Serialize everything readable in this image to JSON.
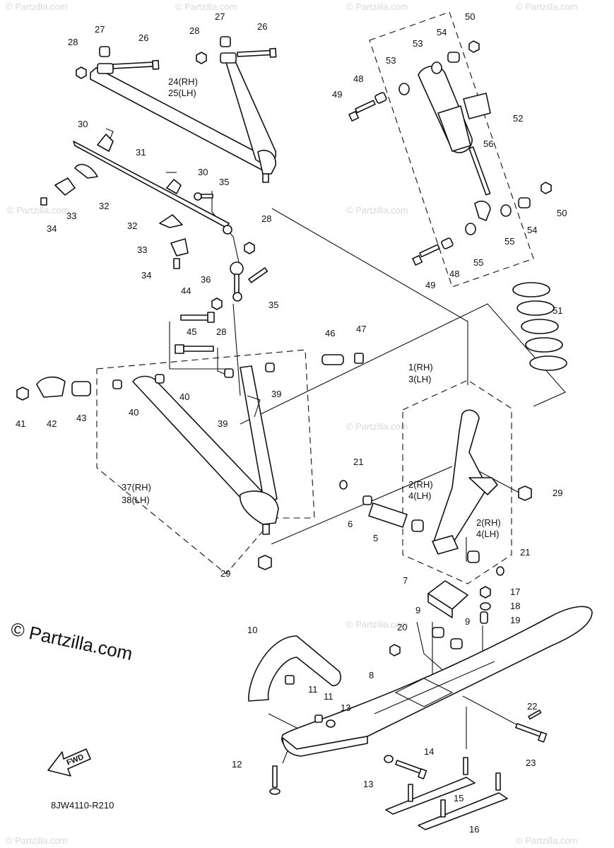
{
  "watermark": {
    "small": "© Partzilla.com",
    "large": "© Partzilla.com"
  },
  "diagram_code": "8JW4110-R210",
  "fwd_label": "FWD",
  "callouts": [
    {
      "id": "c28a",
      "text": "28"
    },
    {
      "id": "c27a",
      "text": "27"
    },
    {
      "id": "c26a",
      "text": "26"
    },
    {
      "id": "c28b",
      "text": "28"
    },
    {
      "id": "c27b",
      "text": "27"
    },
    {
      "id": "c26b",
      "text": "26"
    },
    {
      "id": "c24",
      "text": "24(RH)"
    },
    {
      "id": "c25",
      "text": "25(LH)"
    },
    {
      "id": "c30a",
      "text": "30"
    },
    {
      "id": "c31",
      "text": "31"
    },
    {
      "id": "c30b",
      "text": "30"
    },
    {
      "id": "c35a",
      "text": "35"
    },
    {
      "id": "c32a",
      "text": "32"
    },
    {
      "id": "c33a",
      "text": "33"
    },
    {
      "id": "c34a",
      "text": "34"
    },
    {
      "id": "c32b",
      "text": "32"
    },
    {
      "id": "c33b",
      "text": "33"
    },
    {
      "id": "c34b",
      "text": "34"
    },
    {
      "id": "c28c",
      "text": "28"
    },
    {
      "id": "c36",
      "text": "36"
    },
    {
      "id": "c35b",
      "text": "35"
    },
    {
      "id": "c44",
      "text": "44"
    },
    {
      "id": "c28d",
      "text": "28"
    },
    {
      "id": "c45",
      "text": "45"
    },
    {
      "id": "c46",
      "text": "46"
    },
    {
      "id": "c47",
      "text": "47"
    },
    {
      "id": "c40a",
      "text": "40"
    },
    {
      "id": "c40b",
      "text": "40"
    },
    {
      "id": "c39a",
      "text": "39"
    },
    {
      "id": "c39b",
      "text": "39"
    },
    {
      "id": "c41",
      "text": "41"
    },
    {
      "id": "c42",
      "text": "42"
    },
    {
      "id": "c43",
      "text": "43"
    },
    {
      "id": "c37",
      "text": "37(RH)"
    },
    {
      "id": "c38",
      "text": "38(LH)"
    },
    {
      "id": "c29a",
      "text": "29"
    },
    {
      "id": "c50a",
      "text": "50"
    },
    {
      "id": "c54a",
      "text": "54"
    },
    {
      "id": "c53a",
      "text": "53"
    },
    {
      "id": "c53b",
      "text": "53"
    },
    {
      "id": "c48a",
      "text": "48"
    },
    {
      "id": "c49a",
      "text": "49"
    },
    {
      "id": "c52",
      "text": "52"
    },
    {
      "id": "c56",
      "text": "56"
    },
    {
      "id": "c50b",
      "text": "50"
    },
    {
      "id": "c54b",
      "text": "54"
    },
    {
      "id": "c55a",
      "text": "55"
    },
    {
      "id": "c55b",
      "text": "55"
    },
    {
      "id": "c48b",
      "text": "48"
    },
    {
      "id": "c49b",
      "text": "49"
    },
    {
      "id": "c51",
      "text": "51"
    },
    {
      "id": "c1",
      "text": "1(RH)"
    },
    {
      "id": "c3",
      "text": "3(LH)"
    },
    {
      "id": "c21a",
      "text": "21"
    },
    {
      "id": "c2a",
      "text": "2(RH)"
    },
    {
      "id": "c4a",
      "text": "4(LH)"
    },
    {
      "id": "c29b",
      "text": "29"
    },
    {
      "id": "c6",
      "text": "6"
    },
    {
      "id": "c5",
      "text": "5"
    },
    {
      "id": "c2b",
      "text": "2(RH)"
    },
    {
      "id": "c4b",
      "text": "4(LH)"
    },
    {
      "id": "c21b",
      "text": "21"
    },
    {
      "id": "c7",
      "text": "7"
    },
    {
      "id": "c17",
      "text": "17"
    },
    {
      "id": "c18",
      "text": "18"
    },
    {
      "id": "c19",
      "text": "19"
    },
    {
      "id": "c9a",
      "text": "9"
    },
    {
      "id": "c9b",
      "text": "9"
    },
    {
      "id": "c20",
      "text": "20"
    },
    {
      "id": "c10",
      "text": "10"
    },
    {
      "id": "c11a",
      "text": "11"
    },
    {
      "id": "c11b",
      "text": "11"
    },
    {
      "id": "c13a",
      "text": "13"
    },
    {
      "id": "c8",
      "text": "8"
    },
    {
      "id": "c22",
      "text": "22"
    },
    {
      "id": "c23",
      "text": "23"
    },
    {
      "id": "c14",
      "text": "14"
    },
    {
      "id": "c12",
      "text": "12"
    },
    {
      "id": "c13b",
      "text": "13"
    },
    {
      "id": "c15",
      "text": "15"
    },
    {
      "id": "c16",
      "text": "16"
    }
  ]
}
